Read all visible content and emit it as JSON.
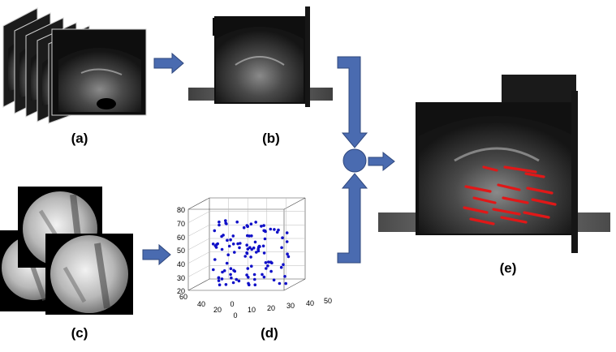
{
  "panels": [
    {
      "id": "a",
      "label": "(a)"
    },
    {
      "id": "b",
      "label": "(b)"
    },
    {
      "id": "c",
      "label": "(c)"
    },
    {
      "id": "d",
      "label": "(d)"
    },
    {
      "id": "e",
      "label": "(e)"
    }
  ],
  "colors": {
    "arrow": "#4a6bb0",
    "arrow_stroke": "#30487e",
    "scatter_points": "#1010c8",
    "needle_marks": "#e01818"
  },
  "scatter_axes": {
    "vertical_ticks": [
      "80",
      "70",
      "60",
      "50",
      "40",
      "30",
      "20"
    ],
    "left_depth_ticks": [
      "60",
      "40",
      "20",
      "0"
    ],
    "bottom_ticks": [
      "0",
      "10",
      "20",
      "30",
      "40",
      "50"
    ]
  },
  "icons": [
    "arrow-right-icon",
    "arrow-down-icon",
    "arrow-up-icon",
    "merge-circle-icon"
  ]
}
